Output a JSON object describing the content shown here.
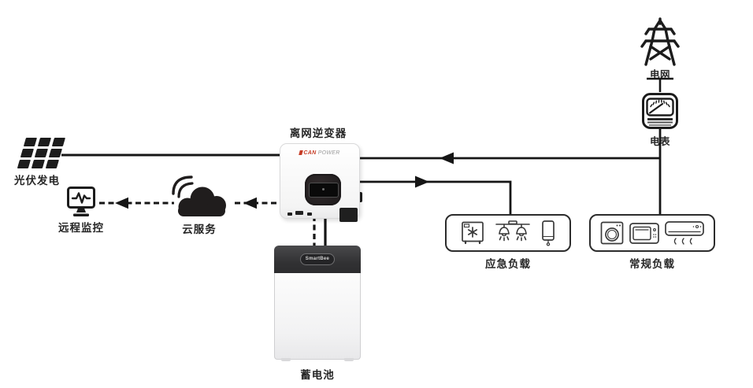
{
  "nodes": {
    "pv": {
      "label": "光伏发电"
    },
    "remote_monitor": {
      "label": "远程监控"
    },
    "cloud": {
      "label": "云服务"
    },
    "inverter": {
      "label": "离网逆变器",
      "brand_primary": "CAN",
      "brand_secondary": "POWER"
    },
    "battery": {
      "label": "蓄电池",
      "badge": "SmartBee"
    },
    "grid": {
      "label": "电网"
    },
    "meter": {
      "label": "电表"
    },
    "emergency_load": {
      "label": "应急负载"
    },
    "regular_load": {
      "label": "常规负载"
    }
  },
  "colors": {
    "line": "#1a1a1a",
    "brand_red": "#c63c26",
    "battery_cap": "#323234",
    "background": "#ffffff"
  }
}
